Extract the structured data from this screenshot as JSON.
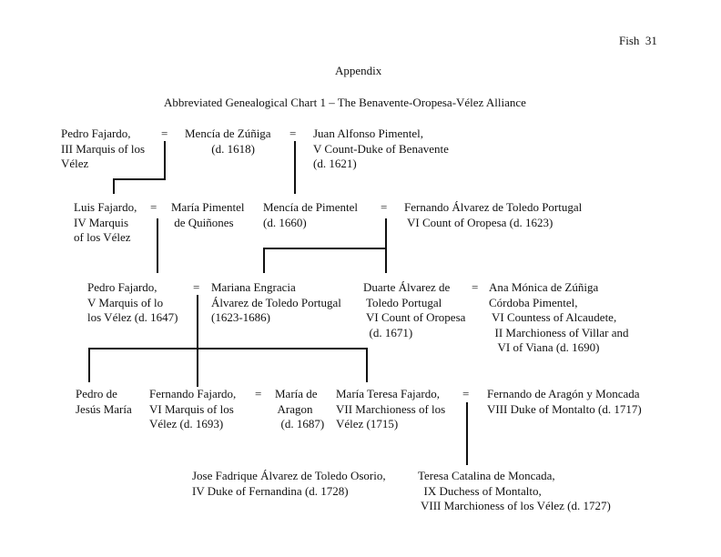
{
  "header": {
    "page_number": "Fish  31"
  },
  "title": "Appendix",
  "subtitle": "Abbreviated Genealogical Chart 1 – The Benavente-Oropesa-Vélez Alliance",
  "marriage_sign": "=",
  "people": {
    "pedro_iii": "Pedro Fajardo,\nIII Marquis of los\nVélez",
    "mencia_zuniga": "Mencía de Zúñiga\n         (d. 1618)",
    "juan_alfonso": "Juan Alfonso Pimentel,\nV Count-Duke of Benavente\n(d. 1621)",
    "luis": "Luis Fajardo,\nIV Marquis\nof los Vélez",
    "maria_pimentel": "María Pimentel\n de Quiñones",
    "mencia_pimentel": "Mencía de Pimentel\n(d. 1660)",
    "fernando_oropesa": "Fernando Álvarez de Toledo Portugal\n VI Count of Oropesa (d. 1623)",
    "pedro_v": "Pedro Fajardo,\nV Marquis of lo\nlos Vélez (d. 1647)",
    "mariana": "Mariana Engracia\nÁlvarez de Toledo Portugal\n(1623-1686)",
    "duarte": "Duarte Álvarez de\n Toledo Portugal\n VI Count of Oropesa\n  (d. 1671)",
    "ana_monica": "Ana Mónica de Zúñiga\nCórdoba Pimentel,\n VI Countess of Alcaudete,\n  II Marchioness of Villar and\n   VI of Viana (d. 1690)",
    "pedro_jesus": "Pedro de\nJesús María",
    "fernando_vi": "Fernando Fajardo,\nVI Marquis of los\nVélez (d. 1693)",
    "maria_aragon": "María de\n Aragon\n  (d. 1687)",
    "maria_teresa": "María Teresa Fajardo,\nVII Marchioness of los\nVélez (1715)",
    "fernando_montalto": "Fernando de Aragón y Moncada\nVIII Duke of Montalto (d. 1717)",
    "jose_fadrique": "Jose Fadrique Álvarez de Toledo Osorio,\nIV Duke of Fernandina (d. 1728)",
    "teresa_catalina": "Teresa Catalina de Moncada,\n  IX Duchess of Montalto,\n VIII Marchioness of los Vélez (d. 1727)"
  }
}
